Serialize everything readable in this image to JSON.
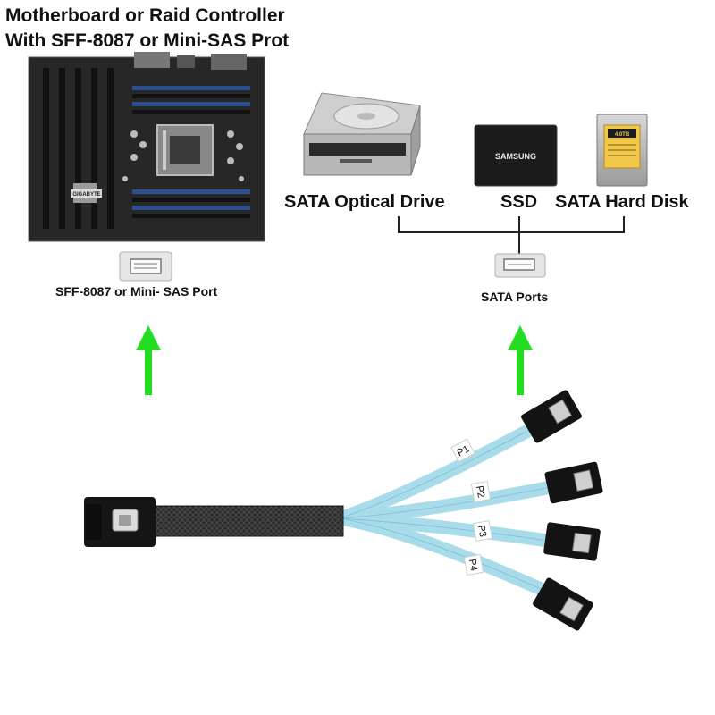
{
  "heading": {
    "line1": "Motherboard or Raid Controller",
    "line2": "With SFF-8087 or Mini-SAS Prot"
  },
  "motherboard": {
    "brand": "GIGABYTE",
    "port_label": "SFF-8087 or Mini- SAS Port",
    "port_icon": "mini-sas-port-icon"
  },
  "devices": {
    "optical_label": "SATA Optical Drive",
    "ssd_label": "SSD",
    "ssd_brand": "SAMSUNG",
    "hdd_label": "SATA Hard Disk",
    "hdd_capacity": "4.0TB",
    "sata_ports_label": "SATA Ports",
    "sata_port_icon": "sata-port-icon"
  },
  "cable": {
    "port_tags": [
      "P1",
      "P2",
      "P3",
      "P4"
    ],
    "connector_icon": "sata-connector-icon"
  },
  "colors": {
    "arrow": "#22dd22",
    "sata_cable": "#a9dceb",
    "sleeve": "#2a2a2a",
    "pcb": "#2b2b2b",
    "dimm": "#2c4f8f"
  }
}
